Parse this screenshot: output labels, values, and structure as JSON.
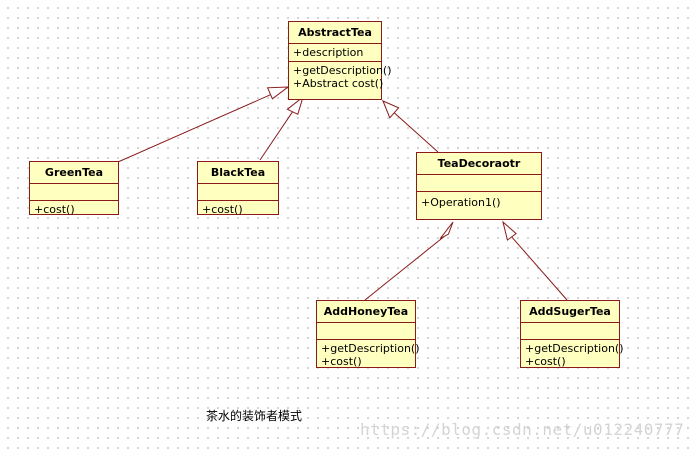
{
  "diagram": {
    "classes": {
      "abstract_tea": {
        "name": "AbstractTea",
        "attributes": [
          "+description"
        ],
        "operations": [
          "+getDescription()",
          "+Abstract cost()"
        ]
      },
      "green_tea": {
        "name": "GreenTea",
        "attributes": [],
        "operations": [
          "+cost()"
        ]
      },
      "black_tea": {
        "name": "BlackTea",
        "attributes": [],
        "operations": [
          "+cost()"
        ]
      },
      "tea_decorator": {
        "name": "TeaDecoraotr",
        "attributes": [],
        "operations": [
          "+Operation1()"
        ]
      },
      "add_honey_tea": {
        "name": "AddHoneyTea",
        "attributes": [],
        "operations": [
          "+getDescription()",
          "+cost()"
        ]
      },
      "add_suger_tea": {
        "name": "AddSugerTea",
        "attributes": [],
        "operations": [
          "+getDescription()",
          "+cost()"
        ]
      }
    },
    "generalizations": [
      {
        "from": "green_tea",
        "to": "abstract_tea"
      },
      {
        "from": "black_tea",
        "to": "abstract_tea"
      },
      {
        "from": "tea_decorator",
        "to": "abstract_tea"
      },
      {
        "from": "add_honey_tea",
        "to": "tea_decorator"
      },
      {
        "from": "add_suger_tea",
        "to": "tea_decorator"
      }
    ],
    "caption": "茶水的装饰者模式",
    "watermark": "https://blog.csdn.net/u012240777",
    "colors": {
      "class_fill": "#ffffc0",
      "class_border": "#8b1a1a",
      "line": "#8b1a1a"
    }
  }
}
